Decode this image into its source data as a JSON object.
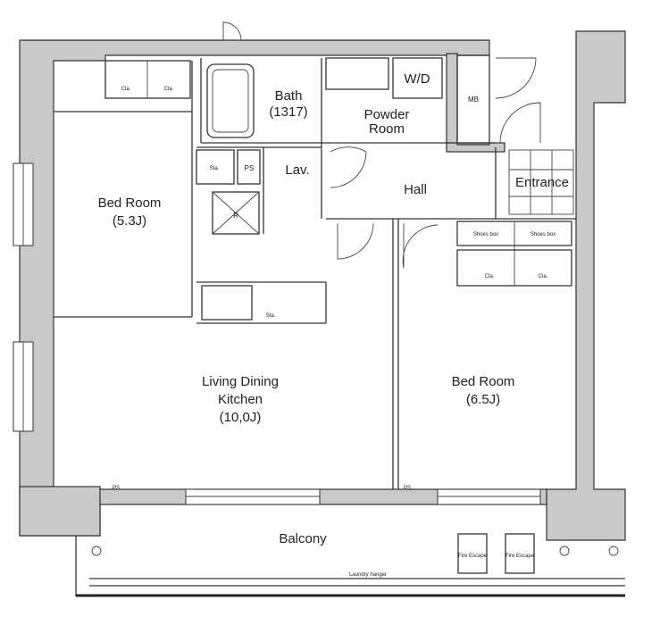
{
  "rooms": {
    "bed_room_1": {
      "name": "Bed Room",
      "size": "(5.3J)"
    },
    "bath": {
      "name": "Bath",
      "size": "(1317)"
    },
    "powder_room": {
      "line1": "Powder",
      "line2": "Room"
    },
    "wd": "W/D",
    "mb": "MB",
    "hall": "Hall",
    "entrance": "Entrance",
    "lav": "Lav.",
    "ps": "PS",
    "r": "R",
    "ldk": {
      "line1": "Living Dining",
      "line2": "Kitchen",
      "size": "(10,0J)"
    },
    "bed_room_2": {
      "name": "Bed Room",
      "size": "(6.5J)"
    },
    "balcony": "Balcony"
  },
  "fixtures": {
    "closet": "Cla.",
    "storage": "Sta.",
    "shoes_box": "Shoes box",
    "pipe_space": "PS",
    "laundry_hanger": "Laundry hanger",
    "fire_escape": "Fire Escape"
  },
  "colors": {
    "wall": "#c9c9c9",
    "line": "#333333"
  }
}
